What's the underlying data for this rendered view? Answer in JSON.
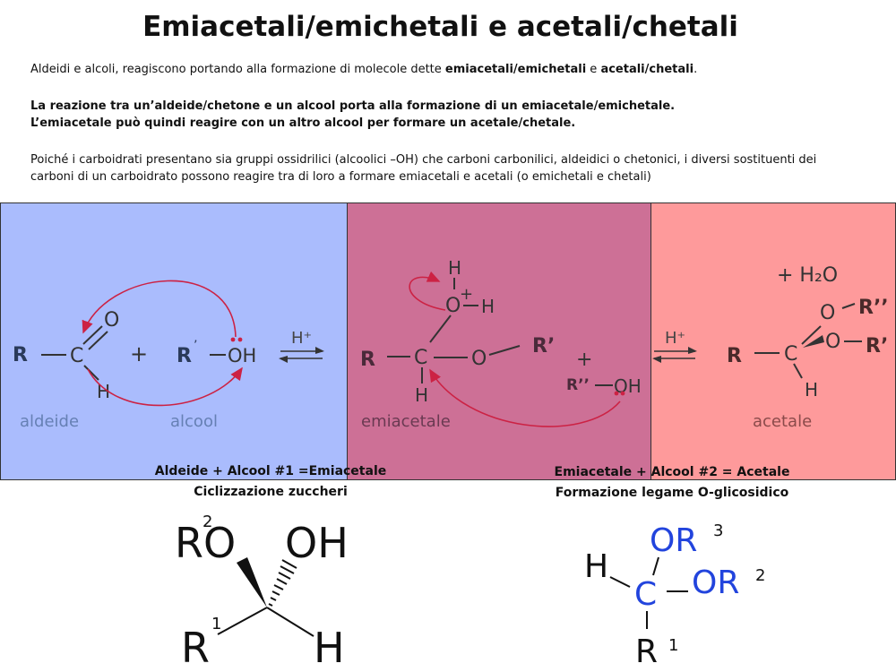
{
  "title": "Emiacetali/emichetali e acetali/chetali",
  "intro": {
    "l1a": "Aldeidi e alcoli, reagiscono portando alla formazione di molecole dette ",
    "l1b": "emiacetali/emichetali",
    "l1c": " e ",
    "l1d": "acetali/chetali",
    "l1e": ".",
    "l2": "La reazione tra un’aldeide/chetone e un alcool porta alla formazione di un emiacetale/emichetale.",
    "l3": "L’emiacetale può quindi reagire con un altro alcool per formare un acetale/chetale.",
    "l4": "Poiché i carboidrati presentano sia gruppi ossidrilici (alcoolici –OH) che carboni carbonilici, aldeidici o chetonici, i diversi sostituenti dei",
    "l5": "carboni di un carboidrato possono reagire tra di loro a formare emiacetali e acetali (o emichetali e chetali)"
  },
  "colors": {
    "panel_aldehyde": "#aabcfd",
    "panel_hemiacetal": "#cd7096",
    "panel_acetal": "#fe9a9b",
    "arrow_red": "#cc2244",
    "structure_blue": "#2244dd"
  },
  "scheme": {
    "panel1": {
      "r": "R",
      "c": "C",
      "o": "O",
      "h": "H",
      "plus": "+",
      "r_prime": "R",
      "prime": "’",
      "oh": "OH",
      "catalyst": "H⁺",
      "label_aldehyde": "aldeide",
      "label_alcohol": "alcool"
    },
    "panel2": {
      "h_top": "H",
      "o": "O",
      "o_plus": "+",
      "h_right": "H",
      "r": "R",
      "c": "C",
      "o_mid": "O",
      "r_prime": "R’",
      "h_bottom": "H",
      "plus": "+",
      "r_dprime": "R’’",
      "oh": "OH",
      "label": "emiacetale"
    },
    "panel3": {
      "catalyst": "H⁺",
      "plus_water": "+ H₂O",
      "r_dprime": "R’’",
      "o_top": "O",
      "o_right": "O",
      "r_prime": "R’",
      "r": "R",
      "c": "C",
      "h": "H",
      "label": "acetale"
    }
  },
  "captions": {
    "left_1": "Aldeide + Alcool #1 =Emiacetale",
    "left_2": "Ciclizzazione zuccheri",
    "right_1": "Emiacetale + Alcool #2 = Acetale",
    "right_2": "Formazione legame O-glicosidico"
  },
  "structures": {
    "left": {
      "ro": "RO",
      "sup_2": "2",
      "oh": "OH",
      "r": "R",
      "sup_1": "1",
      "h": "H"
    },
    "right": {
      "or_top": "OR",
      "n3": "3",
      "h": "H",
      "c": "C",
      "or_mid": "OR",
      "n2": "2",
      "r": "R",
      "n1": "1"
    }
  }
}
